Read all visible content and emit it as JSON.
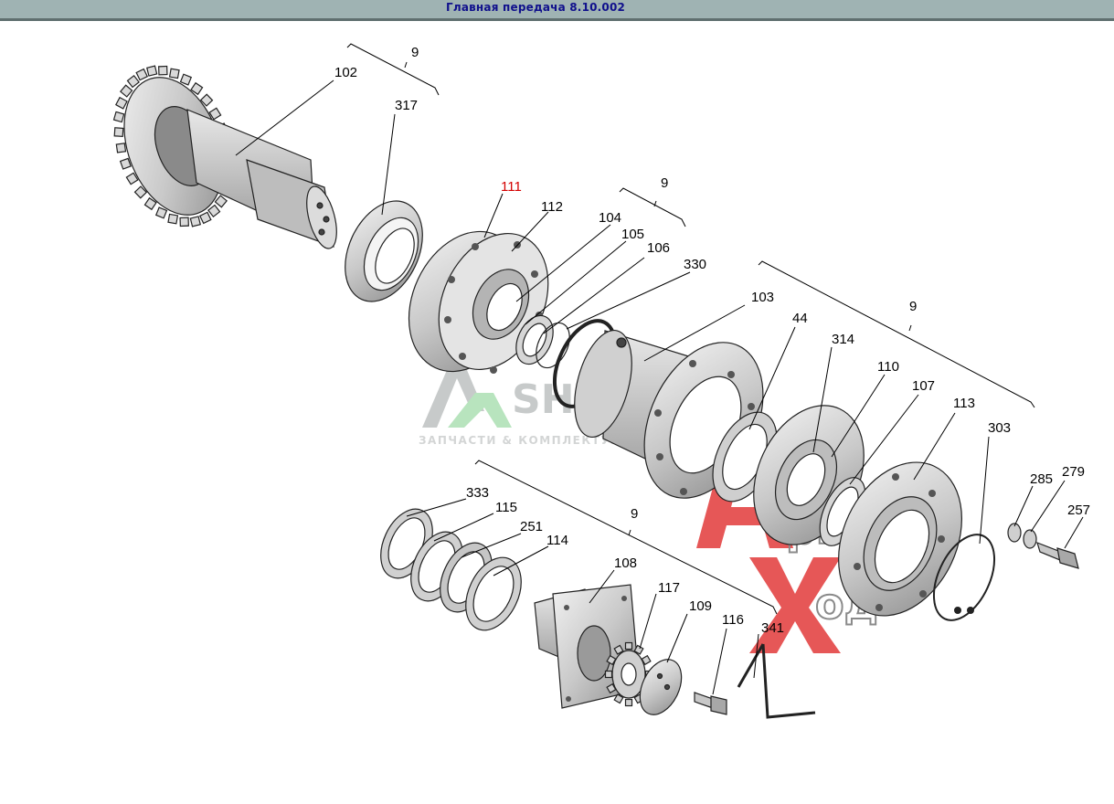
{
  "window": {
    "title": "Главная передача 8.10.002"
  },
  "watermarks": {
    "shop_logo_text": "SHOP",
    "shop_tagline": "ЗАПЧАСТИ & КОМПЛЕКТУЮЩИЕ",
    "argus_text": "ргус",
    "argus_text2": "од"
  },
  "colors": {
    "titlebar": "#9fb3b3",
    "title_text": "#10108c",
    "highlight_label": "#d40000"
  },
  "labels": {
    "l102": "102",
    "l317": "317",
    "l111": "111",
    "l112": "112",
    "l104": "104",
    "l105": "105",
    "l106": "106",
    "l330": "330",
    "l103": "103",
    "l44": "44",
    "l314": "314",
    "l110": "110",
    "l107": "107",
    "l113": "113",
    "l303": "303",
    "l285": "285",
    "l279": "279",
    "l257": "257",
    "l333": "333",
    "l115": "115",
    "l251": "251",
    "l114": "114",
    "l108": "108",
    "l117": "117",
    "l109": "109",
    "l116": "116",
    "l341": "341",
    "g1": "9",
    "g2": "9",
    "g3": "9",
    "g4": "9"
  }
}
